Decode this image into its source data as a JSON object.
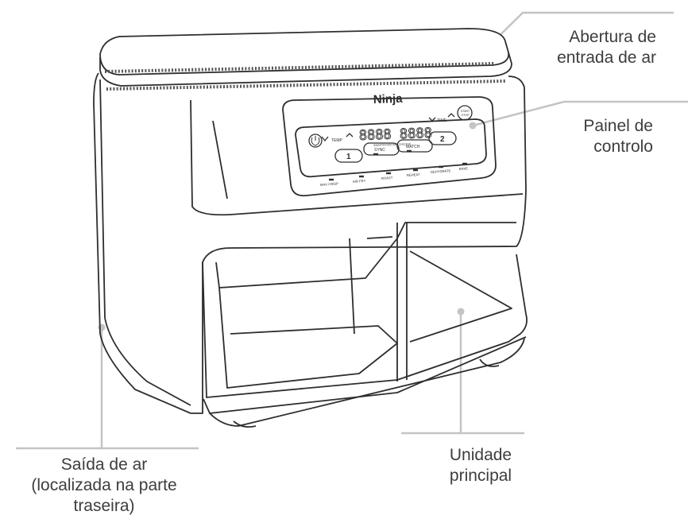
{
  "callouts": {
    "air_inlet": [
      "Abertura de",
      "entrada de ar"
    ],
    "control_panel": [
      "Painel de",
      "controlo"
    ],
    "main_unit": [
      "Unidade",
      "principal"
    ],
    "air_outlet": [
      "Saída de ar",
      "(localizada na parte",
      "traseira)"
    ]
  },
  "device": {
    "brand": "Ninja",
    "display": "8888 8888",
    "display_sub": "SMARTFINISH  MATCHCOOK",
    "temp_label": "TEMP",
    "time_label": "TIME",
    "zone_buttons": [
      "1",
      "2"
    ],
    "center_buttons": [
      "SYNC",
      "MATCH"
    ],
    "start_stop": [
      "START",
      "STOP"
    ],
    "functions": [
      "MAX CRISP",
      "AIR FRY",
      "ROAST",
      "REHEAT",
      "DEHYDRATE",
      "BAKE"
    ]
  },
  "colors": {
    "line": "#2e2e2e",
    "leader": "#bdbdbd",
    "text": "#3d3d3d"
  }
}
